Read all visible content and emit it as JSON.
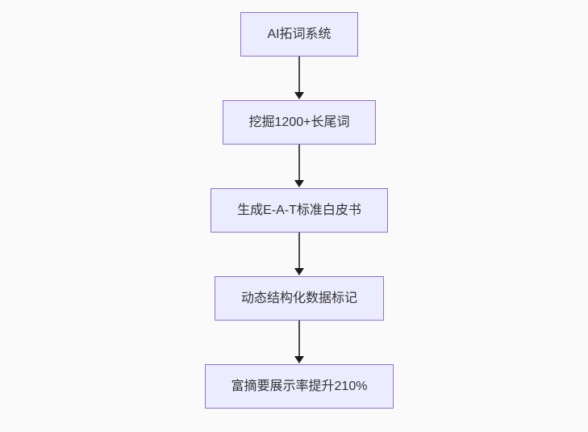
{
  "diagram": {
    "type": "flowchart",
    "direction": "top-down",
    "nodes": [
      {
        "id": "step-1",
        "label": "AI拓词系统"
      },
      {
        "id": "step-2",
        "label": "挖掘1200+长尾词"
      },
      {
        "id": "step-3",
        "label": "生成E-A-T标准白皮书"
      },
      {
        "id": "step-4",
        "label": "动态结构化数据标记"
      },
      {
        "id": "step-5",
        "label": "富摘要展示率提升210%"
      }
    ],
    "edges": [
      {
        "from": "step-1",
        "to": "step-2"
      },
      {
        "from": "step-2",
        "to": "step-3"
      },
      {
        "from": "step-3",
        "to": "step-4"
      },
      {
        "from": "step-4",
        "to": "step-5"
      }
    ],
    "colors": {
      "node_fill": "#ececff",
      "node_border": "#9370db",
      "node_text": "#333333",
      "arrow_line": "#4d4d4d",
      "arrow_head": "#1c1c1c",
      "background": "#fafafa"
    }
  }
}
